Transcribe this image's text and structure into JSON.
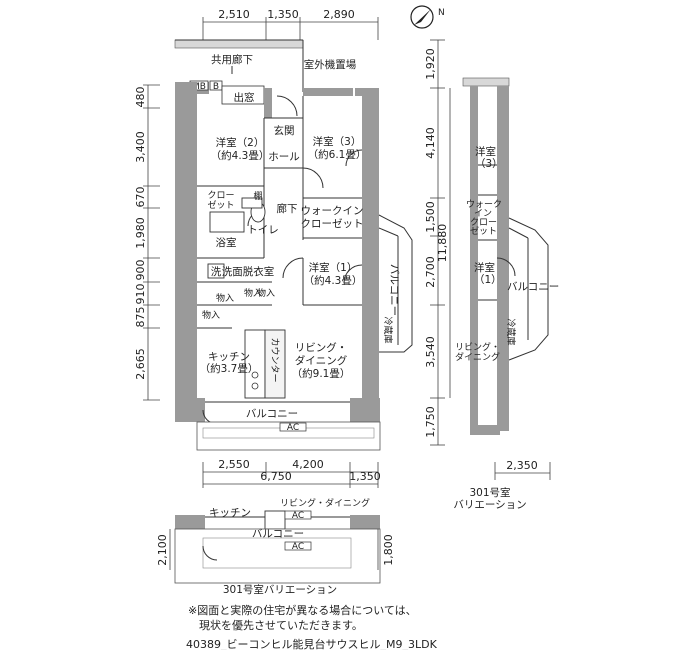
{
  "plan": {
    "dims_top": [
      "2,510",
      "1,350",
      "2,890"
    ],
    "dims_left": [
      "480",
      "3,400",
      "670",
      "1,980",
      "900",
      "910",
      "875",
      "2,665"
    ],
    "dims_right": [
      "1,920",
      "4,140",
      "1,500",
      "2,700",
      "3,540",
      "1,750"
    ],
    "dim_total_right": "11,880",
    "dims_bottom_1": [
      "2,550",
      "4,200"
    ],
    "dims_bottom_2": [
      "6,750",
      "1,350"
    ],
    "dim_variation_right": "2,350",
    "dims_variation_bottom": [
      "2,100",
      "1,800"
    ]
  },
  "labels": {
    "corridor": "共用廊下",
    "outdoor_unit": "室外機置場",
    "mb": "MB",
    "mb_b": "B",
    "bay_window": "出窓",
    "entrance": "玄関",
    "hall": "ホール",
    "room2": "洋室（2）",
    "room2_size": "（約4.3畳）",
    "room3": "洋室（3）",
    "room3_size": "（約6.1畳）",
    "closet": "クロー",
    "closet2": "ゼット",
    "storage": "棚",
    "hallway": "廊下",
    "bath": "浴室",
    "toilet": "トイレ",
    "walkin1": "ウォークイン",
    "walkin2": "クローゼット",
    "wash": "洗",
    "dressing": "洗面脱衣室",
    "room1": "洋室（1）",
    "room1_size": "（約4.3畳）",
    "balcony_side": "バルコニー",
    "storage_item": "物入",
    "kitchen": "キッチン",
    "kitchen_size": "（約3.7畳）",
    "counter": "カウンター",
    "living1": "リビング・",
    "living2": "ダイニング",
    "living_size": "（約9.1畳）",
    "balcony": "バルコニー",
    "ac": "AC",
    "fridge": "冷蔵庫"
  },
  "variation_side": {
    "caption1": "301号室",
    "caption2": "バリエーション",
    "room3": "洋室",
    "room3b": "（3）",
    "walkin": [
      "ウォーク",
      "イン",
      "クロー",
      "ゼット"
    ],
    "room1": "洋室",
    "room1b": "（1）",
    "balcony": "バルコニー",
    "living": "リビング・",
    "dining": "ダイニング"
  },
  "variation_bottom": {
    "kitchen": "キッチン",
    "living": "リビング・ダイニング",
    "balcony": "バルコニー",
    "ac": "AC",
    "caption": "301号室バリエーション"
  },
  "footer": {
    "note1": "※図面と実際の住宅が異なる場合については、",
    "note2": "　現状を優先させていただきます。",
    "id": "40389_ビーコンヒル能見台サウスヒル_M9_3LDK"
  },
  "compass": "N"
}
